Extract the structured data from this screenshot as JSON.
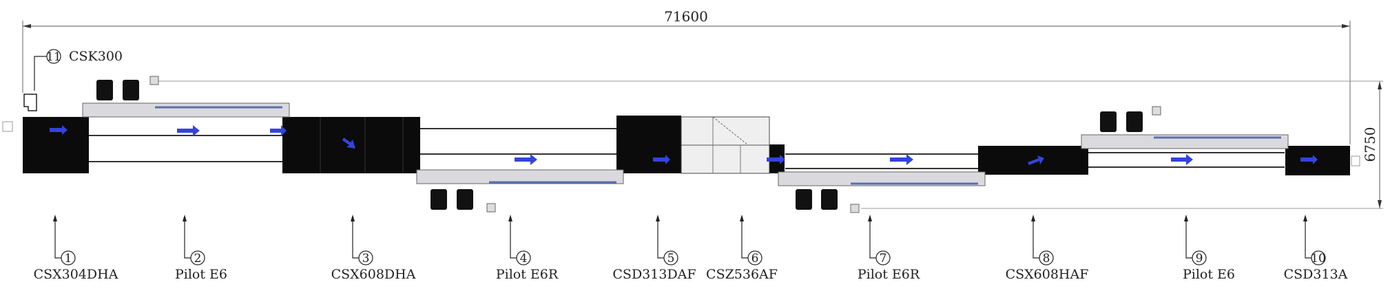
{
  "dimensions": {
    "overall_length": "71600",
    "overall_height": "6750"
  },
  "callout_extra": {
    "number": "11",
    "label": "CSK300"
  },
  "stations": [
    {
      "number": "1",
      "label": "CSX304DHA"
    },
    {
      "number": "2",
      "label": "Pilot E6"
    },
    {
      "number": "3",
      "label": "CSX608DHA"
    },
    {
      "number": "4",
      "label": "Pilot E6R"
    },
    {
      "number": "5",
      "label": "CSD313DAF"
    },
    {
      "number": "6",
      "label": "CSZ536AF"
    },
    {
      "number": "7",
      "label": "Pilot E6R"
    },
    {
      "number": "8",
      "label": "CSX608HAF"
    },
    {
      "number": "9",
      "label": "Pilot E6"
    },
    {
      "number": "10",
      "label": "CSD313A"
    }
  ],
  "colors": {
    "machine": "#0b0b0b",
    "arrow": "#3344dd",
    "line": "#444444",
    "press_bed": "#d9d9de",
    "press_stripe": "#5b6fae"
  }
}
